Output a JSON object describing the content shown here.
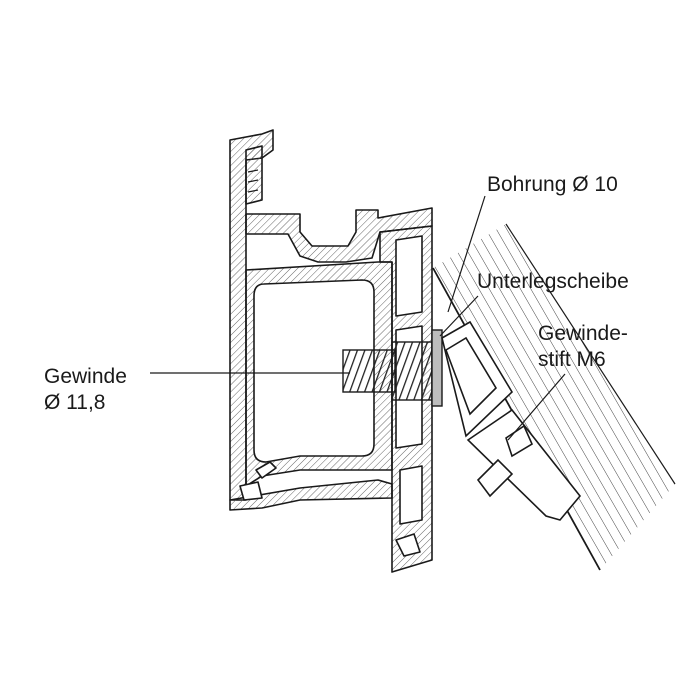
{
  "labels": {
    "bohrung": "Bohrung Ø 10",
    "unterlegscheibe": "Unterlegscheibe",
    "gewindestift_line1": "Gewinde-",
    "gewindestift_line2": "stift M6",
    "gewinde_line1": "Gewinde",
    "gewinde_line2": "Ø 11,8"
  },
  "colors": {
    "stroke": "#1a1a1a",
    "hatch": "#555555",
    "washer": "#bdbdbd",
    "background": "#ffffff"
  }
}
